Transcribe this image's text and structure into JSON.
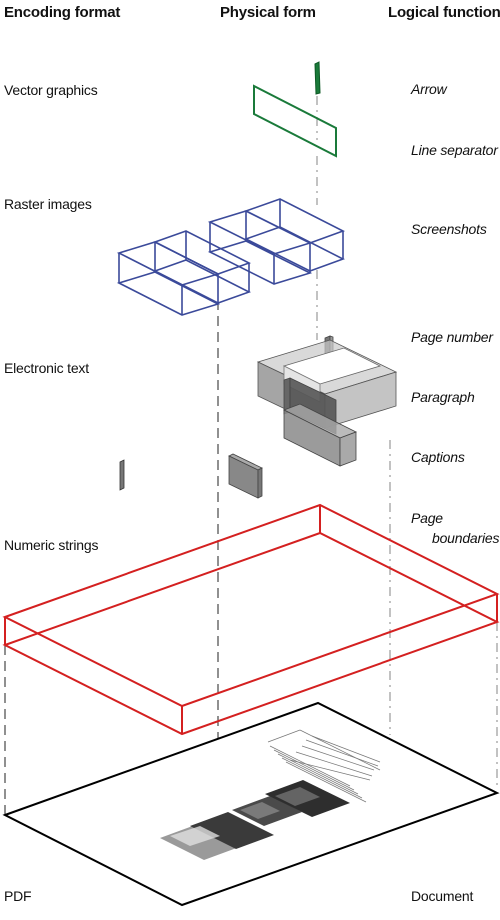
{
  "headers": {
    "encoding_format": "Encoding format",
    "physical_form": "Physical form",
    "logical_function": "Logical function"
  },
  "encoding_formats": [
    "Vector graphics",
    "Raster images",
    "Electronic text",
    "Numeric strings",
    "PDF"
  ],
  "logical_functions": [
    "Arrow",
    "Line separator",
    "Screenshots",
    "Page number",
    "Paragraph",
    "Captions",
    "Page",
    "boundaries",
    "Document"
  ],
  "colors": {
    "vector": "#1a7a3a",
    "raster": "#3b4a9a",
    "text": "#7a7a7a",
    "numeric": "#d42020",
    "document": "#000000"
  }
}
